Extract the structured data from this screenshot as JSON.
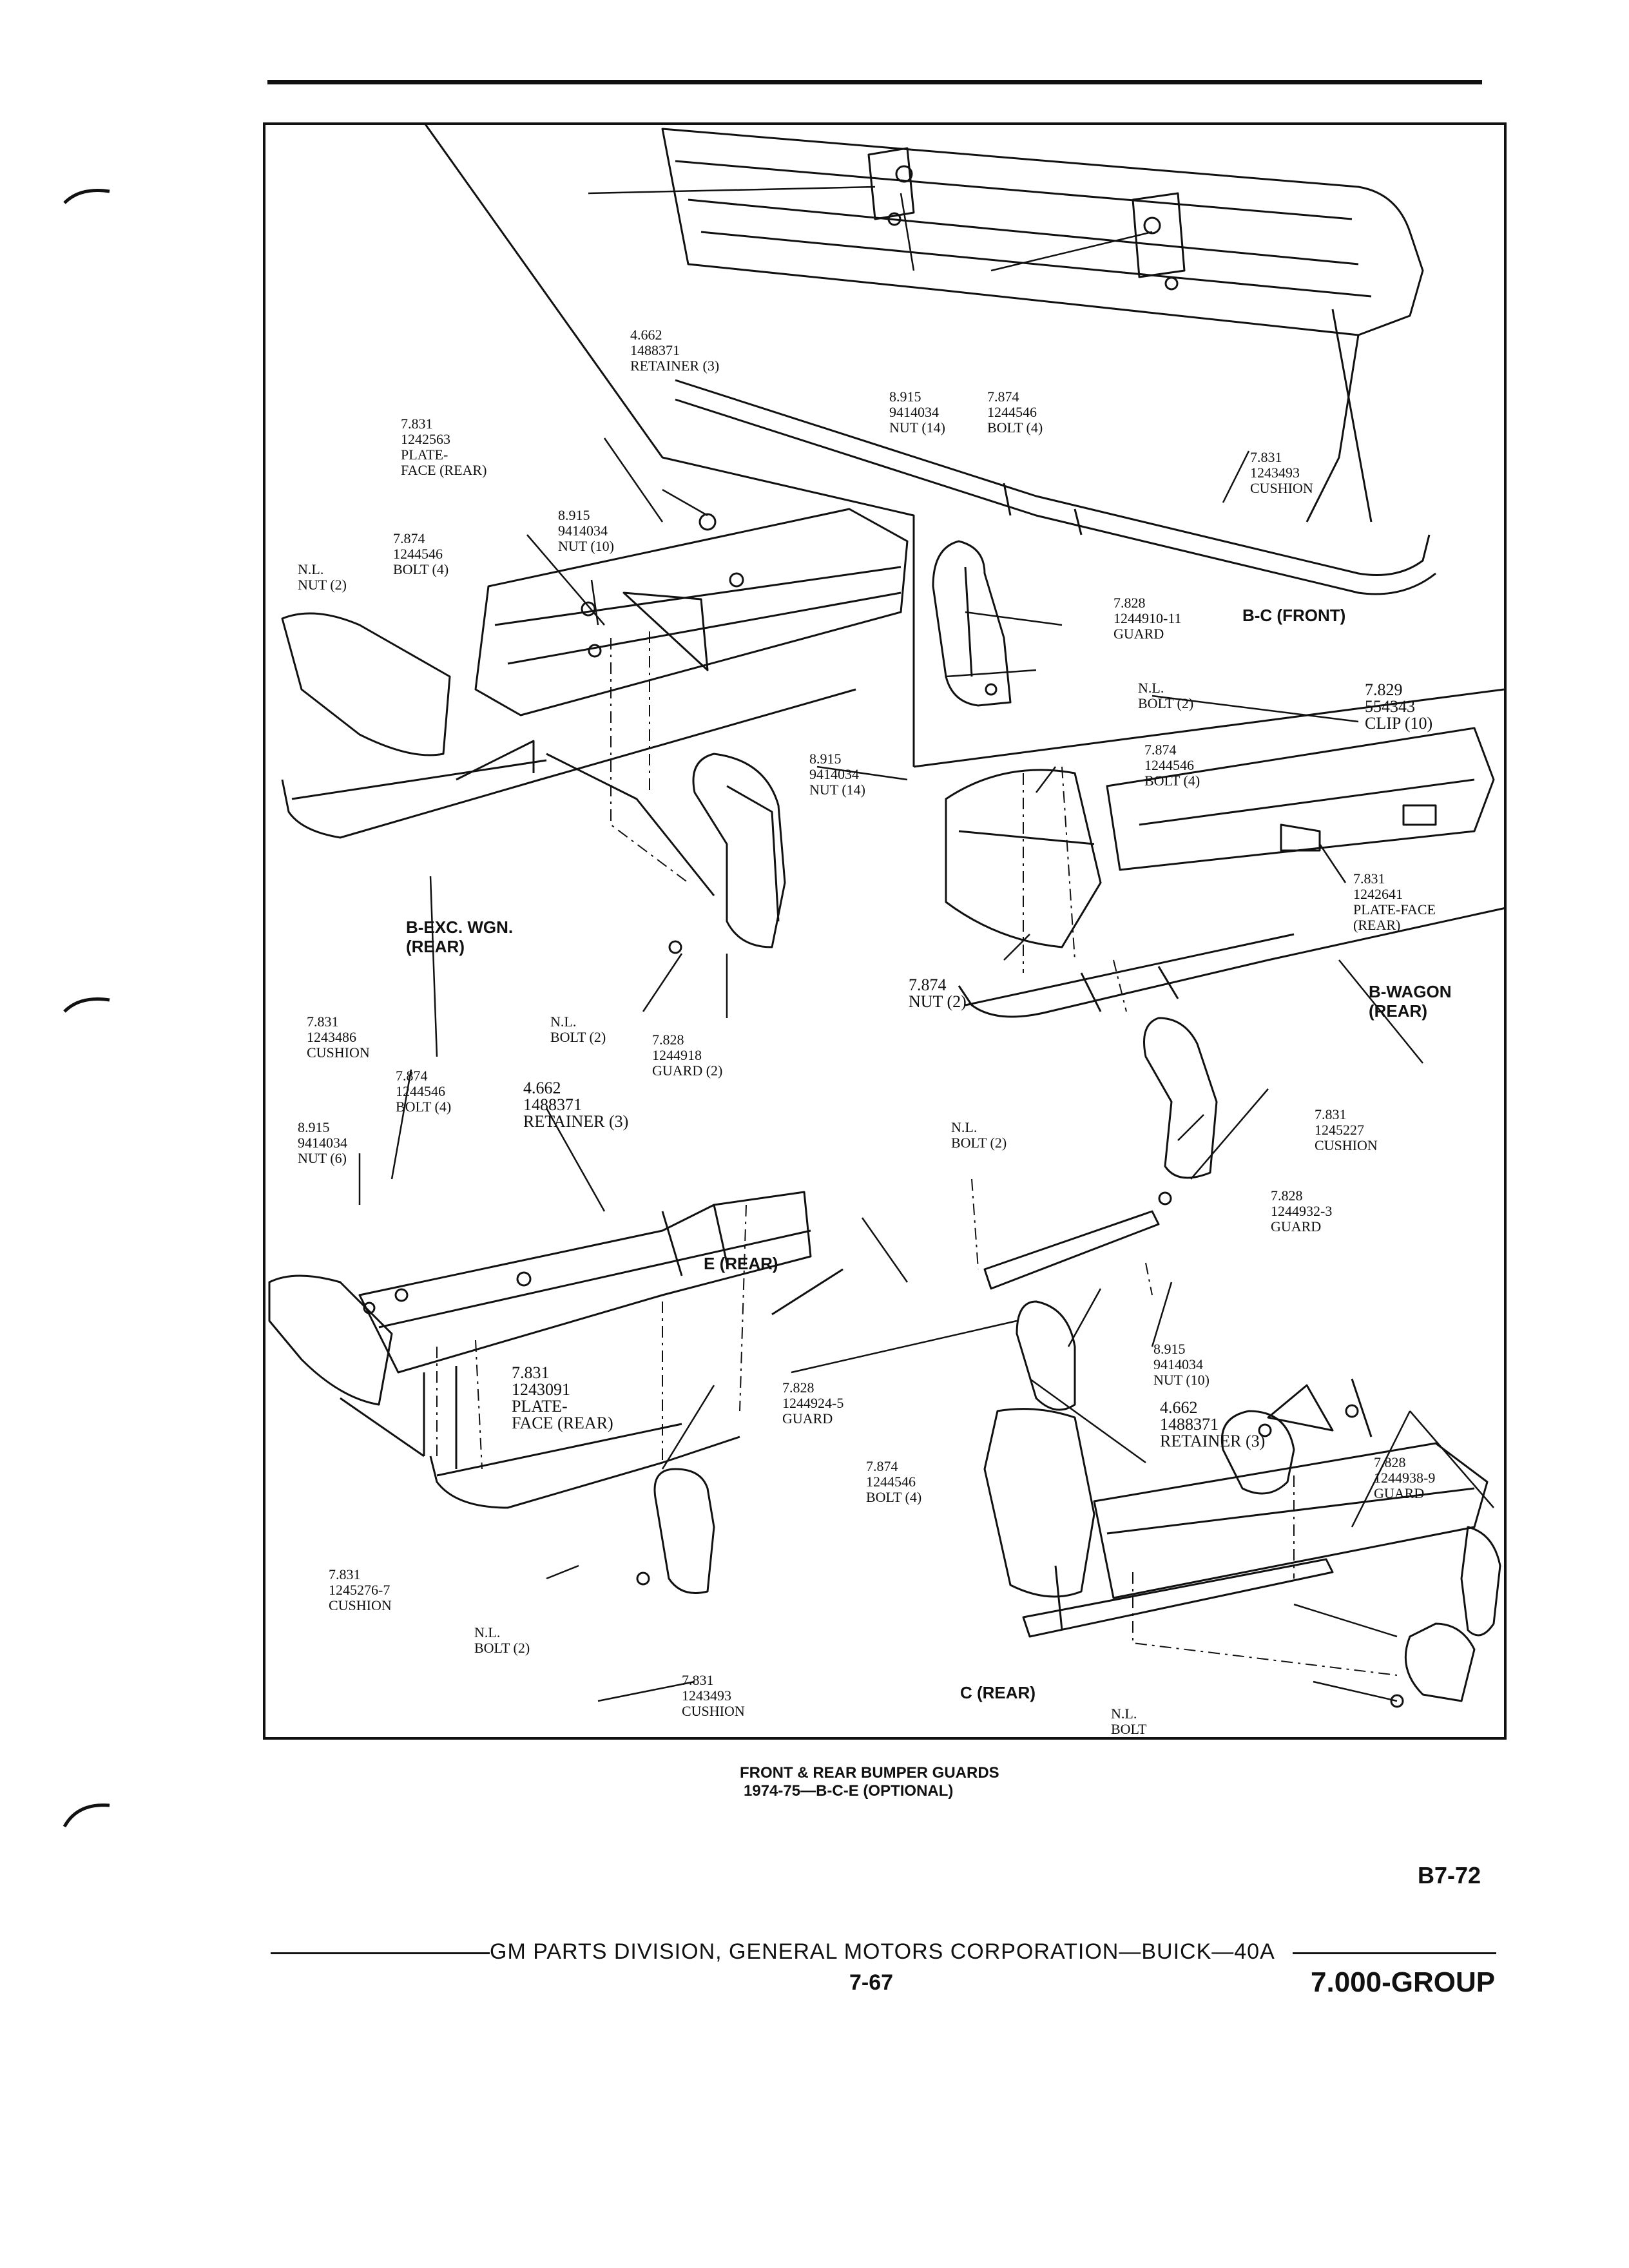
{
  "callouts": {
    "retainer_top": [
      "4.662",
      "1488371",
      "RETAINER (3)"
    ],
    "nut_bc_front": [
      "8.915",
      "9414034",
      "NUT (14)"
    ],
    "bolt_bc_front": [
      "7.874",
      "1244546",
      "BOLT (4)"
    ],
    "plate_face_rear_bexc": [
      "7.831",
      "1242563",
      "PLATE-",
      "FACE (REAR)"
    ],
    "nut_bexc": [
      "8.915",
      "9414034",
      "NUT (10)"
    ],
    "bolt_bexc": [
      "7.874",
      "1244546",
      "BOLT (4)"
    ],
    "nl_nut_bexc": [
      "N.L.",
      "NUT (2)"
    ],
    "cushion_bc_front": [
      "7.831",
      "1243493",
      "CUSHION"
    ],
    "guard_bc_front": [
      "7.828",
      "1244910-11",
      "GUARD"
    ],
    "nl_bolt_bc_front": [
      "N.L.",
      "BOLT (2)"
    ],
    "clip_bc_front": [
      "7.829",
      "554343",
      "CLIP (10)"
    ],
    "nut_bwagon": [
      "8.915",
      "9414034",
      "NUT (14)"
    ],
    "bolt_bwagon": [
      "7.874",
      "1244546",
      "BOLT (4)"
    ],
    "plate_face_bwagon": [
      "7.831",
      "1242641",
      "PLATE-FACE",
      "(REAR)"
    ],
    "nut_bwagon_small": [
      "7.874",
      "NUT (2)"
    ],
    "cushion_bexc": [
      "7.831",
      "1243486",
      "CUSHION"
    ],
    "nl_bolt_bexc": [
      "N.L.",
      "BOLT (2)"
    ],
    "guard_bexc": [
      "7.828",
      "1244918",
      "GUARD (2)"
    ],
    "bolt_e": [
      "7.874",
      "1244546",
      "BOLT (4)"
    ],
    "retainer_e": [
      "4.662",
      "1488371",
      "RETAINER (3)"
    ],
    "nut_e": [
      "8.915",
      "9414034",
      "NUT (6)"
    ],
    "nl_bolt_bwagon": [
      "N.L.",
      "BOLT (2)"
    ],
    "cushion_bwagon": [
      "7.831",
      "1245227",
      "CUSHION"
    ],
    "guard_bwagon": [
      "7.828",
      "1244932-3",
      "GUARD"
    ],
    "plate_face_e": [
      "7.831",
      "1243091",
      "PLATE-",
      "FACE (REAR)"
    ],
    "nut_c": [
      "8.915",
      "9414034",
      "NUT (10)"
    ],
    "guard_e": [
      "7.828",
      "1244924-5",
      "GUARD"
    ],
    "retainer_c": [
      "4.662",
      "1488371",
      "RETAINER (3)"
    ],
    "bolt_c": [
      "7.874",
      "1244546",
      "BOLT (4)"
    ],
    "guard_c": [
      "7.828",
      "1244938-9",
      "GUARD"
    ],
    "cushion_e": [
      "7.831",
      "1245276-7",
      "CUSHION"
    ],
    "nl_bolt_e": [
      "N.L.",
      "BOLT (2)"
    ],
    "cushion_c": [
      "7.831",
      "1243493",
      "CUSHION"
    ],
    "nl_bolt_c": [
      "N.L.",
      "BOLT"
    ]
  },
  "section_labels": {
    "bc_front": "B-C (FRONT)",
    "bexc_wgn": "B-EXC. WGN.\n(REAR)",
    "bwagon": "B-WAGON\n(REAR)",
    "e_rear": "E (REAR)",
    "c_rear": "C (REAR)"
  },
  "caption": {
    "line1": "FRONT & REAR BUMPER GUARDS",
    "line2": "1974-75—B-C-E (OPTIONAL)"
  },
  "figure_number": "B7-72",
  "footer": {
    "division": "GM PARTS DIVISION, GENERAL MOTORS CORPORATION—BUICK—40A",
    "page": "7-67",
    "group": "7.000-GROUP"
  }
}
